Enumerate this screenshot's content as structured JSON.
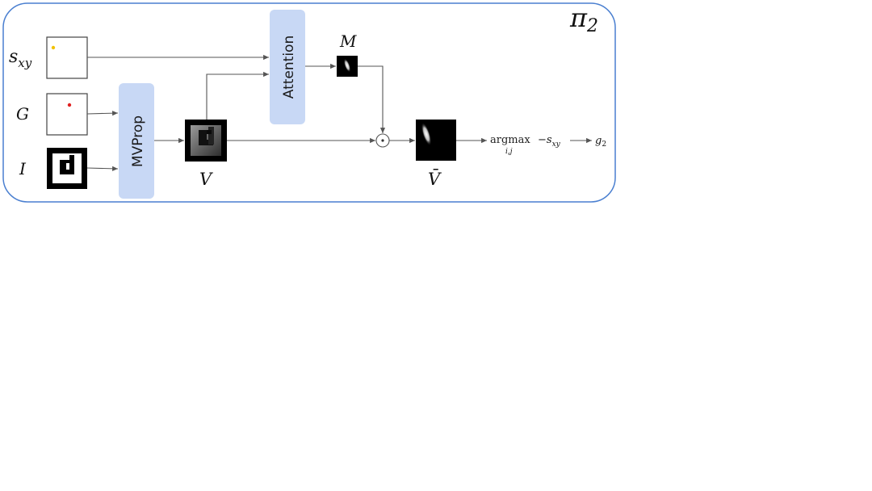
{
  "panel": {
    "label": "π₂",
    "label_main": "π",
    "label_sub": "2"
  },
  "inputs": {
    "position": {
      "label": "s",
      "label_sub": "xy",
      "dot_color": "#f2c200"
    },
    "goal": {
      "label": "G",
      "dot_color": "#e02020"
    },
    "image": {
      "label": "I"
    }
  },
  "blocks": {
    "mvprop": {
      "label": "MVProp",
      "color": "#c8d8f5"
    },
    "attention": {
      "label": "Attention",
      "color": "#c8d8f5"
    }
  },
  "maps": {
    "value": {
      "label": "V"
    },
    "mask": {
      "label": "M"
    },
    "masked_value": {
      "label": "V̄"
    }
  },
  "operator": {
    "symbol": "⊙"
  },
  "output": {
    "op": "argmax",
    "op_sub": "i,j",
    "term": "−s",
    "term_sub": "xy",
    "result": "g",
    "result_sub": "2"
  },
  "colors": {
    "border": "#4a7fd0",
    "edge": "#555555"
  }
}
